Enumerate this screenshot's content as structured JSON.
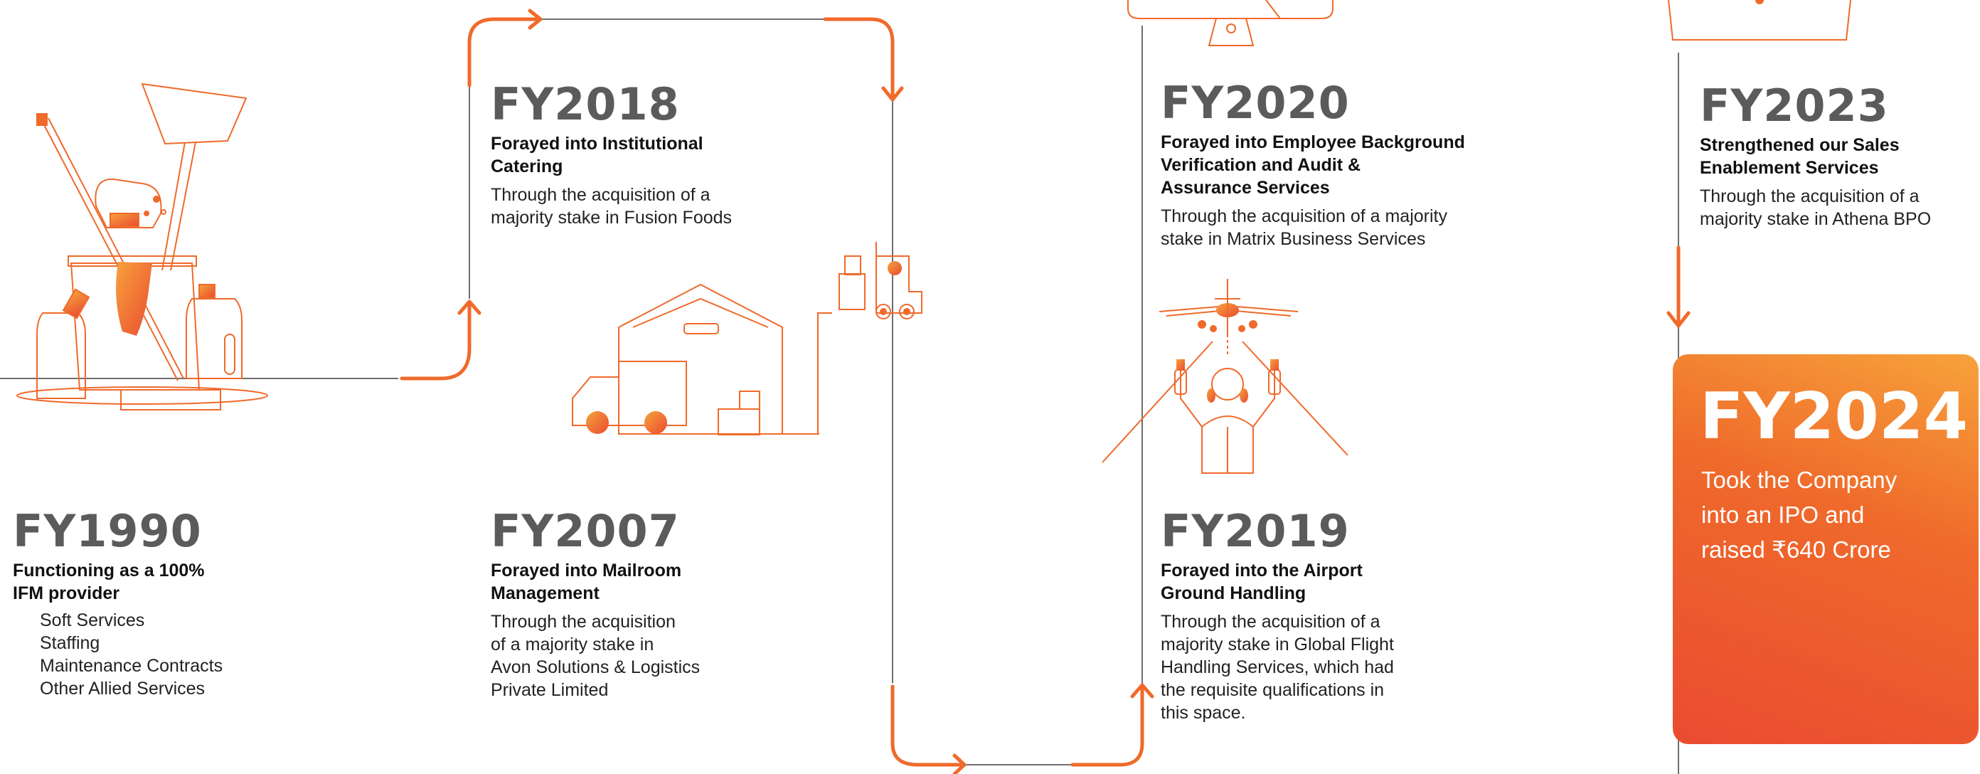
{
  "milestones": {
    "fy1990": {
      "year": "FY1990",
      "heading": [
        "Functioning as a 100%",
        "IFM provider"
      ],
      "services": [
        "Soft Services",
        "Staffing",
        "Maintenance Contracts",
        "Other Allied Services"
      ]
    },
    "fy2018": {
      "year": "FY2018",
      "heading": [
        "Forayed into Institutional",
        "Catering"
      ],
      "desc": [
        "Through the acquisition of a",
        "majority stake in Fusion Foods"
      ]
    },
    "fy2007": {
      "year": "FY2007",
      "heading": [
        "Forayed into Mailroom",
        "Management"
      ],
      "desc": [
        "Through the acquisition",
        "of a majority stake in",
        "Avon Solutions & Logistics",
        "Private Limited"
      ]
    },
    "fy2020": {
      "year": "FY2020",
      "heading": [
        "Forayed into Employee Background",
        "Verification and Audit &",
        "Assurance Services"
      ],
      "desc": [
        "Through the acquisition of a majority",
        "stake in Matrix Business Services"
      ]
    },
    "fy2019": {
      "year": "FY2019",
      "heading": [
        "Forayed into the Airport",
        "Ground Handling"
      ],
      "desc": [
        "Through the acquisition of a",
        "majority stake in Global Flight",
        "Handling Services, which had",
        "the requisite qualifications in",
        "this space."
      ]
    },
    "fy2023": {
      "year": "FY2023",
      "heading": [
        "Strengthened our Sales",
        "Enablement Services"
      ],
      "desc": [
        "Through the acquisition of a",
        "majority stake in Athena BPO"
      ]
    },
    "fy2024": {
      "year": "FY2024",
      "desc": [
        "Took the Company",
        "into an IPO and",
        "raised ₹640 Crore"
      ]
    }
  },
  "colors": {
    "accent": "#ef6a2b",
    "accent_dark": "#ea4b31",
    "accent_light": "#f7a23b",
    "line": "#6e6e6e",
    "year_text": "#5b5b5b"
  },
  "icons": [
    "cleaning-supplies-icon",
    "warehouse-logistics-icon",
    "forklift-icon",
    "monitor-icon",
    "airplane-marshaller-icon",
    "laptop-icon"
  ]
}
